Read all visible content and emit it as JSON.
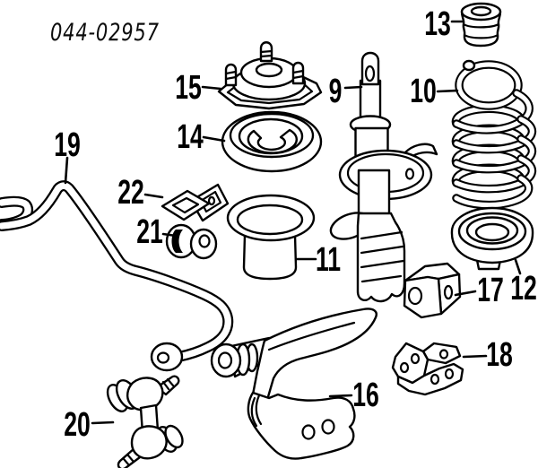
{
  "diagram": {
    "code": "044-02957",
    "callouts": {
      "c9": "9",
      "c10": "10",
      "c11": "11",
      "c12": "12",
      "c13": "13",
      "c14": "14",
      "c15": "15",
      "c16": "16",
      "c17": "17",
      "c18": "18",
      "c19": "19",
      "c20": "20",
      "c21": "21",
      "c22": "22"
    },
    "colors": {
      "background": "#ffffff",
      "line": "#000000",
      "text": "#000000"
    }
  }
}
